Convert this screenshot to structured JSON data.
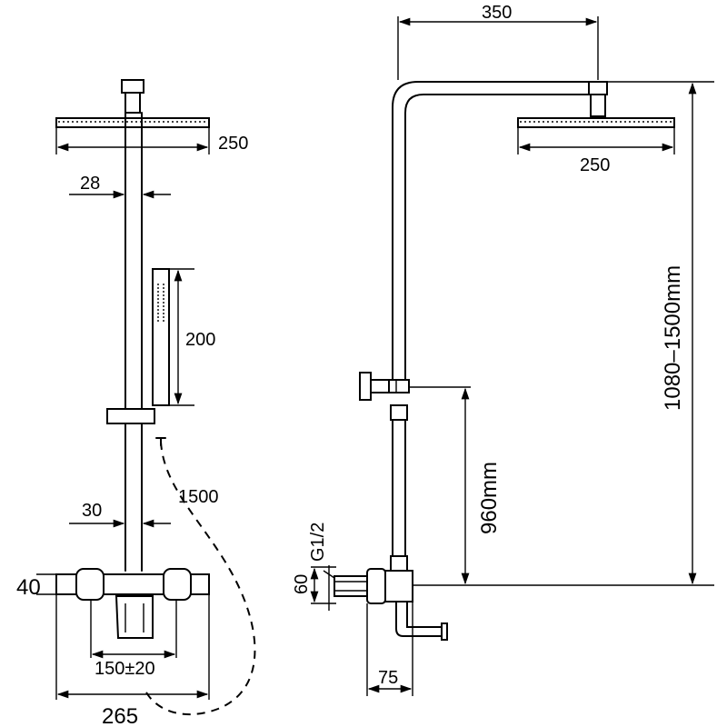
{
  "front_view": {
    "head_width": "250",
    "bar_diameter_top": "28",
    "handshower_length": "200",
    "hose_length": "1500",
    "bar_diameter_bottom": "30",
    "mixer_depth": "40",
    "inlet_spacing": "150±20",
    "mixer_width": "265"
  },
  "side_view": {
    "arm_reach": "350",
    "head_width": "250",
    "height_range": "1080–1500mm",
    "slider_height": "960mm",
    "thread": "G1/2",
    "inlet_height": "60",
    "wall_offset": "75"
  }
}
